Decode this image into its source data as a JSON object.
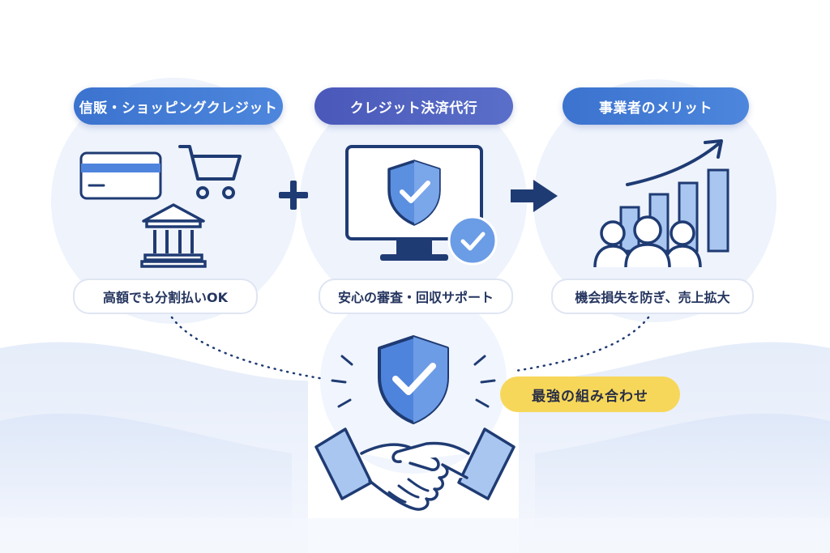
{
  "colors": {
    "primary": "#3f7ad6",
    "accent_purple": "#4f5fbf",
    "navy": "#1f3b73",
    "light_blue": "#a9c6f1",
    "circle_bg": "#eef3fc",
    "badge_yellow": "#f7d75a"
  },
  "columns": [
    {
      "header": "信販・ショッピングクレジット",
      "caption": "高額でも分割払いOK",
      "icons": [
        "credit-card-icon",
        "shopping-cart-icon",
        "bank-icon"
      ]
    },
    {
      "header": "クレジット決済代行",
      "caption": "安心の審査・回収サポート",
      "icons": [
        "monitor-icon",
        "shield-check-icon",
        "check-circle-icon"
      ]
    },
    {
      "header": "事業者のメリット",
      "caption": "機会損失を防ぎ、売上拡大",
      "icons": [
        "growth-chart-icon",
        "people-group-icon"
      ]
    }
  ],
  "operators": [
    "+"
  ],
  "bottom": {
    "badge": "最強の組み合わせ",
    "icons": [
      "shield-check-icon",
      "handshake-icon"
    ]
  }
}
